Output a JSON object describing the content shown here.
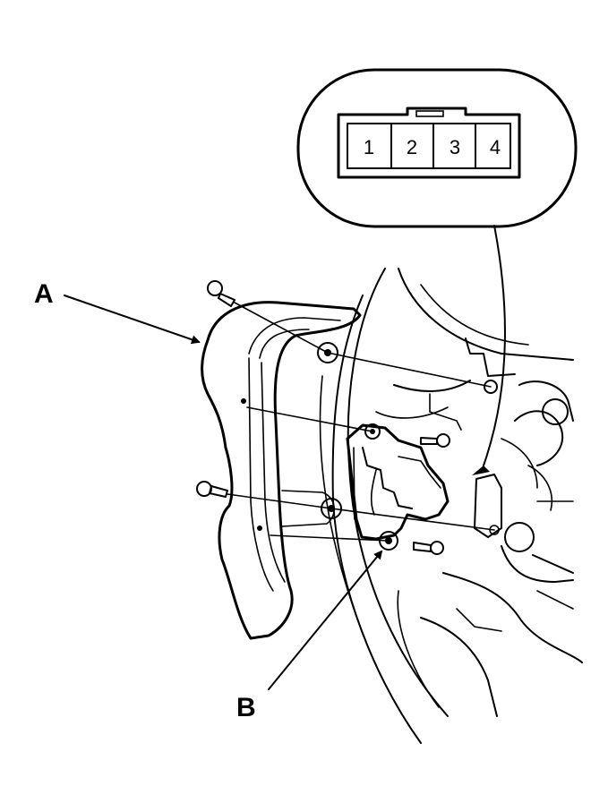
{
  "connector": {
    "pins": [
      "1",
      "2",
      "3",
      "4"
    ]
  },
  "callouts": {
    "a": "A",
    "b": "B"
  }
}
